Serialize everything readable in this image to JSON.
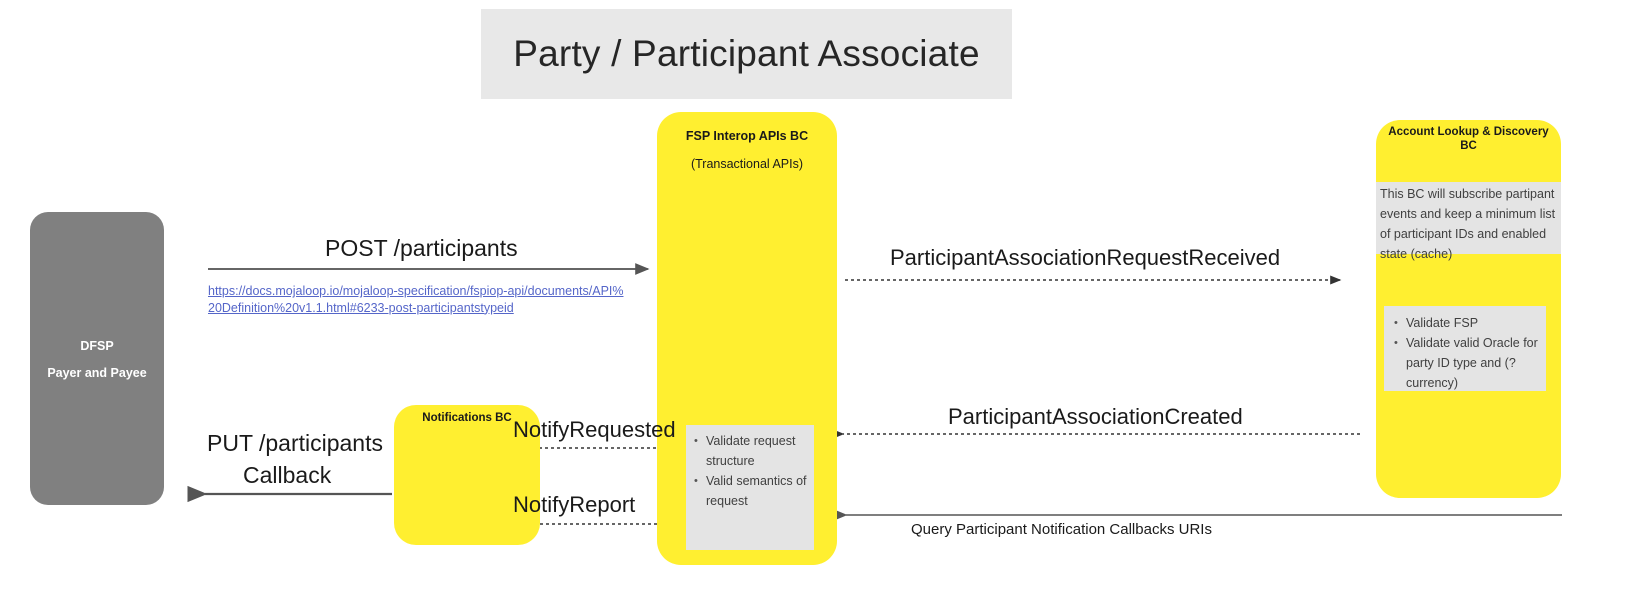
{
  "title": "Party / Participant Associate",
  "diagram": {
    "type": "sequence-diagram",
    "participants": [
      {
        "id": "dfsp",
        "name": "DFSP",
        "subtitle": "Payer and Payee",
        "color": "#808080"
      },
      {
        "id": "notifications_bc",
        "name": "Notifications BC",
        "color": "#ffef30"
      },
      {
        "id": "fsp_interop_apis_bc",
        "name": "FSP Interop APIs BC",
        "subtitle": "(Transactional APIs)",
        "color": "#ffef30"
      },
      {
        "id": "account_lookup_discovery_bc",
        "name": "Account Lookup & Discovery BC",
        "color": "#ffef30"
      }
    ],
    "messages": [
      {
        "id": "post_participants",
        "label": "POST /participants",
        "from": "dfsp",
        "to": "fsp_interop_apis_bc",
        "style": "solid"
      },
      {
        "id": "participant_association_request_received",
        "label": "ParticipantAssociationRequestReceived",
        "from": "fsp_interop_apis_bc",
        "to": "account_lookup_discovery_bc",
        "style": "dotted"
      },
      {
        "id": "participant_association_created",
        "label": "ParticipantAssociationCreated",
        "from": "account_lookup_discovery_bc",
        "to": "fsp_interop_apis_bc",
        "style": "dotted"
      },
      {
        "id": "notify_requested",
        "label": "NotifyRequested",
        "from": "fsp_interop_apis_bc",
        "to": "notifications_bc",
        "style": "dotted"
      },
      {
        "id": "notify_report",
        "label": "NotifyReport",
        "from": "notifications_bc",
        "to": "fsp_interop_apis_bc",
        "style": "dotted"
      },
      {
        "id": "put_participants_callback",
        "label_line1": "PUT /participants",
        "label_line2": "Callback",
        "from": "notifications_bc",
        "to": "dfsp",
        "style": "solid"
      },
      {
        "id": "query_participant_notification_callbacks_uris",
        "label": "Query Participant Notification Callbacks URIs",
        "from": "account_lookup_discovery_bc",
        "to": "fsp_interop_apis_bc",
        "style": "solid"
      }
    ],
    "notes": {
      "spec_link": "https://docs.mojaloop.io/mojaloop-specification/fspiop-api/documents/API%20Definition%20v1.1.html#6233-post-participantstypeid",
      "alsd_cache": "This BC will subscribe partipant events and keep a minimum list of participant IDs and enabled state (cache)",
      "alsd_validate": [
        "Validate FSP",
        "Validate valid Oracle for party ID type and (?currency)"
      ],
      "fsp_validate": [
        "Validate request structure",
        "Valid semantics of request"
      ]
    }
  },
  "colors": {
    "yellow": "#ffef30",
    "grey_box": "#808080",
    "note_grey": "#e4e4e4",
    "banner_grey": "#e8e8e8",
    "link_blue": "#5566c9",
    "line": "#555555"
  }
}
